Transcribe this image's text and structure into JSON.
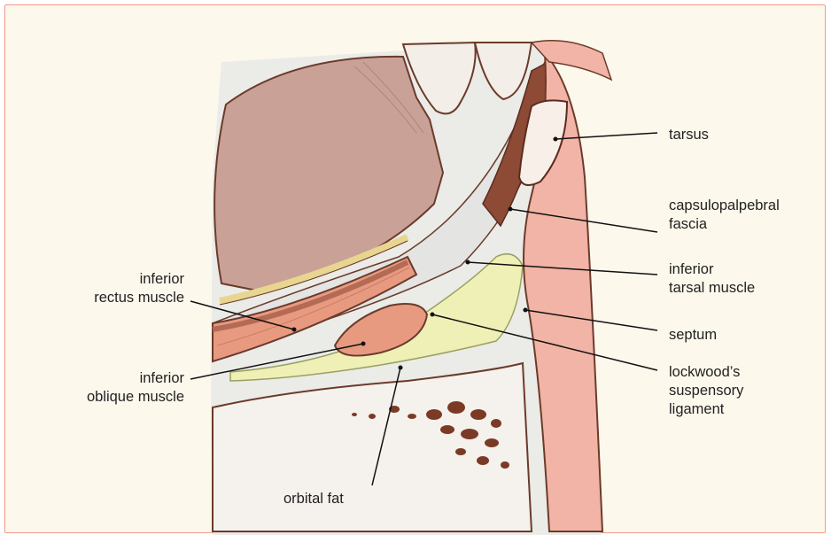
{
  "labels": {
    "tarsus": "tarsus",
    "capsulopalpebral_fascia": [
      "capsulopalpebral",
      "fascia"
    ],
    "inferior_tarsal_muscle": [
      "inferior",
      "tarsal muscle"
    ],
    "septum": "septum",
    "lockwoods_ligament": [
      "lockwood’s",
      "suspensory",
      "ligament"
    ],
    "inferior_rectus_muscle": [
      "inferior",
      "rectus muscle"
    ],
    "inferior_oblique_muscle": [
      "inferior",
      "oblique muscle"
    ],
    "orbital_fat": "orbital fat"
  },
  "colors": {
    "background": "#fdf8ec",
    "frame_border": "#f29a8a",
    "globe": "#c9a197",
    "muscle": "#e89a80",
    "muscle_dark": "#b36b55",
    "skin_pink": "#f2b4a6",
    "fat_yellow": "#eef0b6",
    "bone": "#7a3a26",
    "sclera_gray": "#e4e4e2"
  }
}
